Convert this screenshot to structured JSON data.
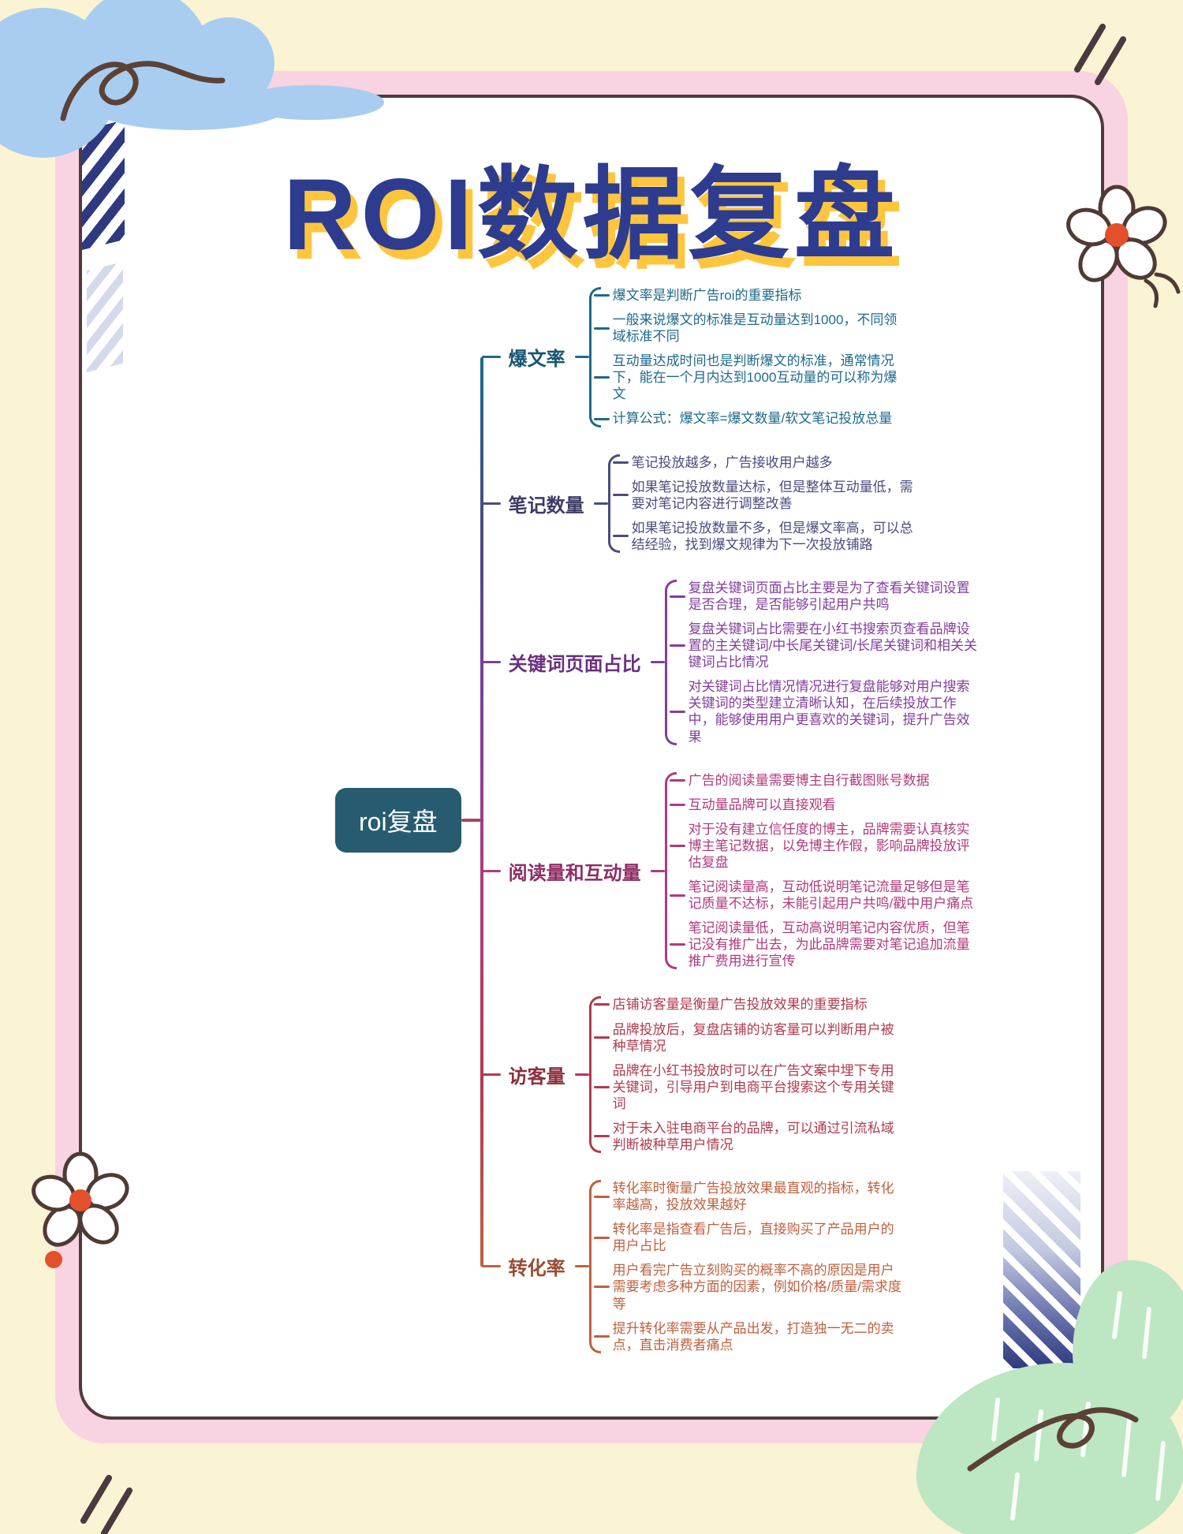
{
  "title": "ROI数据复盘",
  "root_label": "roi复盘",
  "branches": [
    {
      "label": "爆文率",
      "color": "#1d6a8c",
      "items": [
        "爆文率是判断广告roi的重要指标",
        "一般来说爆文的标准是互动量达到1000，不同领域标准不同",
        "互动量达成时间也是判断爆文的标准，通常情况下，能在一个月内达到1000互动量的可以称为爆文",
        "计算公式：爆文率=爆文数量/软文笔记投放总量"
      ]
    },
    {
      "label": "笔记数量",
      "color": "#4b4b80",
      "items": [
        "笔记投放越多，广告接收用户越多",
        "如果笔记投放数量达标，但是整体互动量低，需要对笔记内容进行调整改善",
        "如果笔记投放数量不多，但是爆文率高，可以总结经验，找到爆文规律为下一次投放铺路"
      ]
    },
    {
      "label": "关键词页面占比",
      "color": "#833d9e",
      "items": [
        "复盘关键词页面占比主要是为了查看关键词设置是否合理，是否能够引起用户共鸣",
        "复盘关键词占比需要在小红书搜索页查看品牌设置的主关键词/中长尾关键词/长尾关键词和相关关键词占比情况",
        "对关键词占比情况情况进行复盘能够对用户搜索关键词的类型建立清晰认知，在后续投放工作中，能够使用用户更喜欢的关键词，提升广告效果"
      ]
    },
    {
      "label": "阅读量和互动量",
      "color": "#b13a7d",
      "items": [
        "广告的阅读量需要博主自行截图账号数据",
        "互动量品牌可以直接观看",
        "对于没有建立信任度的博主，品牌需要认真核实博主笔记数据，以免博主作假，影响品牌投放评估复盘",
        "笔记阅读量高，互动低说明笔记流量足够但是笔记质量不达标，未能引起用户共鸣/戳中用户痛点",
        "笔记阅读量低，互动高说明笔记内容优质，但笔记没有推广出去，为此品牌需要对笔记追加流量推广费用进行宣传"
      ]
    },
    {
      "label": "访客量",
      "color": "#b13a4f",
      "items": [
        "店铺访客量是衡量广告投放效果的重要指标",
        "品牌投放后，复盘店铺的访客量可以判断用户被种草情况",
        "品牌在小红书投放时可以在广告文案中埋下专用关键词，引导用户到电商平台搜索这个专用关键词",
        "对于未入驻电商平台的品牌，可以通过引流私域判断被种草用户情况"
      ]
    },
    {
      "label": "转化率",
      "color": "#bf603e",
      "items": [
        "转化率时衡量广告投放效果最直观的指标，转化率越高，投放效果越好",
        "转化率是指查看广告后，直接购买了产品用户的用户占比",
        "用户看完广告立刻购买的概率不高的原因是用户需要考虑多种方面的因素，例如价格/质量/需求度等",
        "提升转化率需要从产品出发，打造独一无二的卖点，直击消费者痛点"
      ]
    }
  ],
  "colors": {
    "page_background": "#faf3d4",
    "frame_pink": "#f8d3e1",
    "frame_line": "#4f3a3c",
    "title_navy": "#2d3c8e",
    "title_yellow": "#ffc53d",
    "root_background": "#275c70",
    "root_text": "#ffffff",
    "cloud_blue": "#a9cdf1",
    "stripe_navy": "#2e3a80",
    "mint_green": "#bde6c2",
    "scribble_brown": "#5b4136",
    "flower_center_orange": "#e2502c"
  }
}
